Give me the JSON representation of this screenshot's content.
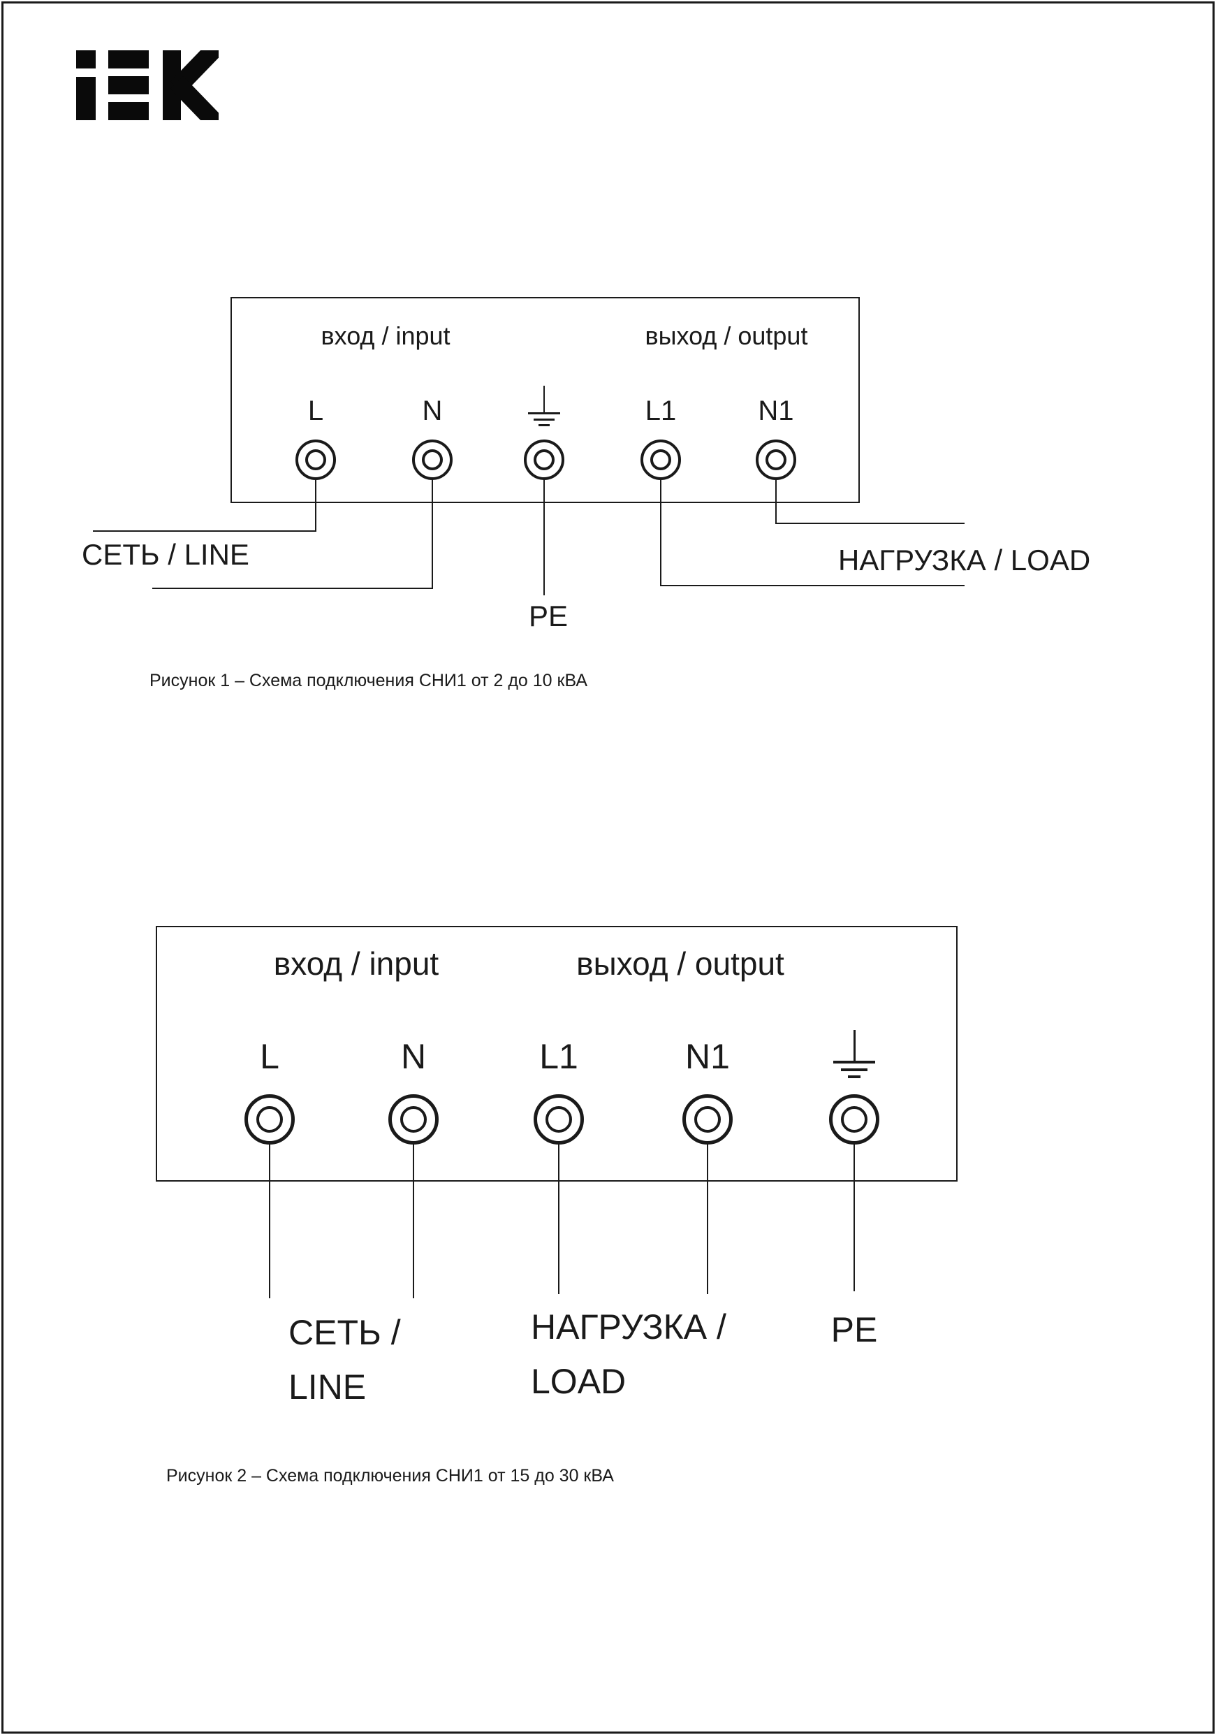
{
  "page": {
    "background": "#ffffff",
    "ink": "#1a1a1a"
  },
  "logo": {
    "brand": "IEK"
  },
  "figure1": {
    "input_header": "вход / input",
    "output_header": "выход / output",
    "terminals": [
      "L",
      "N",
      "L1",
      "N1"
    ],
    "line_label": "СЕТЬ / LINE",
    "pe_label": "PE",
    "load_label": "НАГРУЗКА / LOAD",
    "caption": "Рисунок 1 – Схема подключения СНИ1 от 2 до 10 кВА"
  },
  "figure2": {
    "input_header": "вход / input",
    "output_header": "выход / output",
    "terminals": [
      "L",
      "N",
      "L1",
      "N1"
    ],
    "line_label": [
      "СЕТЬ /",
      "LINE"
    ],
    "load_label": [
      "НАГРУЗКА /",
      "LOAD"
    ],
    "pe_label": "PE",
    "caption": "Рисунок 2 – Схема подключения СНИ1 от 15 до 30 кВА"
  }
}
